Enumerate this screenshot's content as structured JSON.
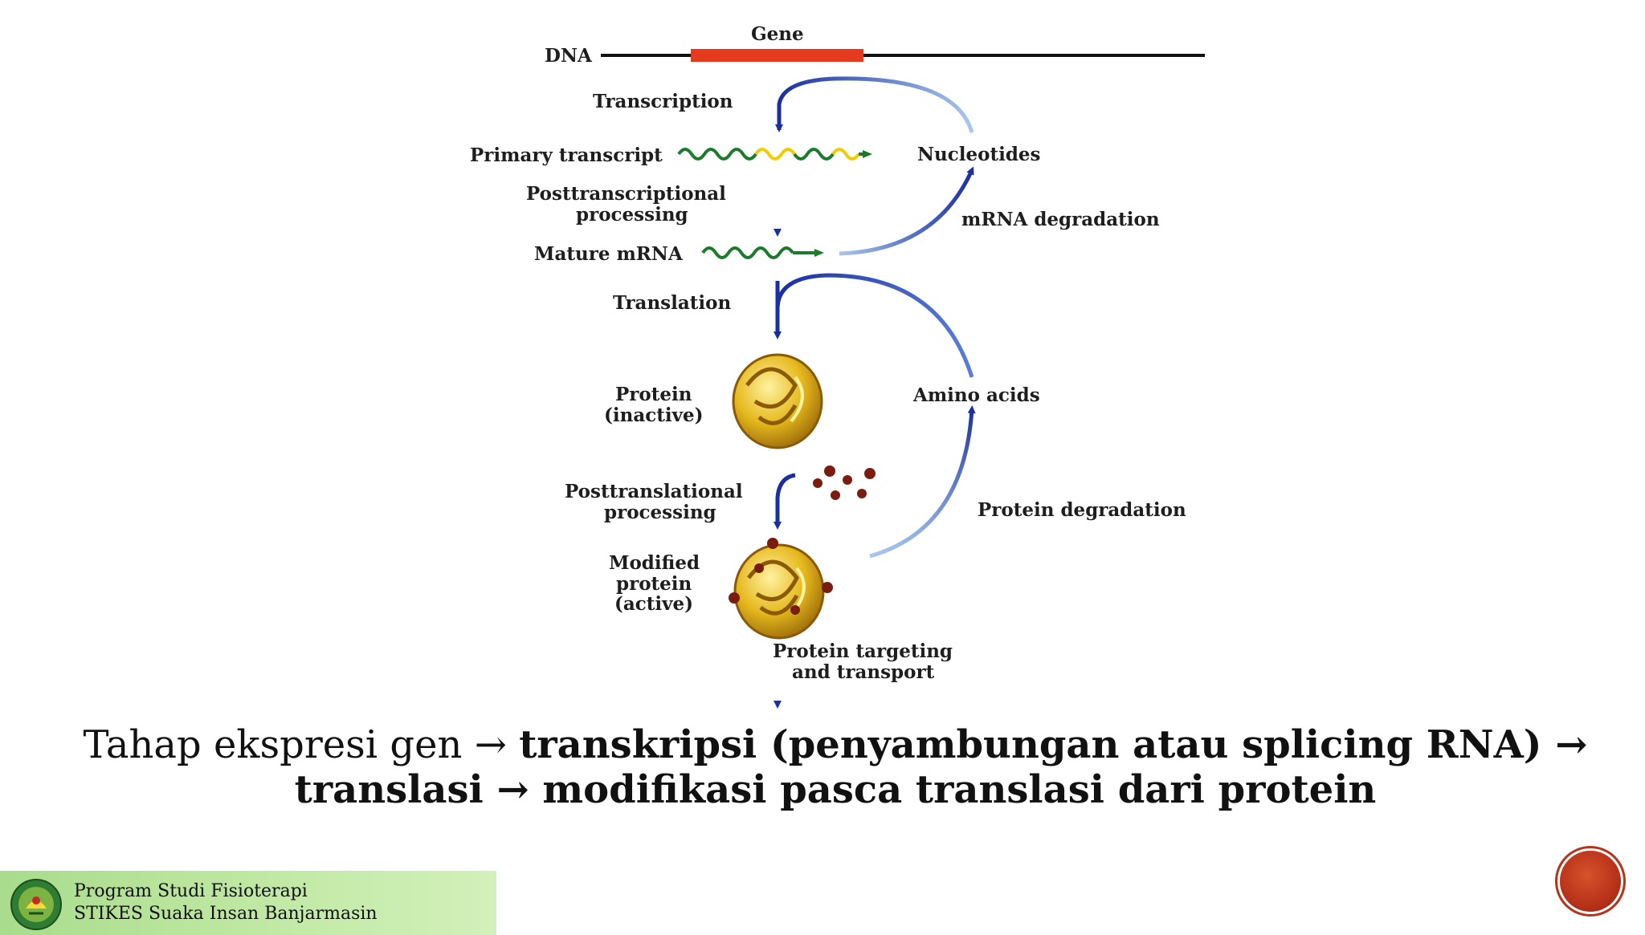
{
  "diagram": {
    "dna": "DNA",
    "gene": "Gene",
    "transcription": "Transcription",
    "primary_transcript": "Primary transcript",
    "nucleotides": "Nucleotides",
    "posttranscriptional_1": "Posttranscriptional",
    "posttranscriptional_2": "processing",
    "mrna_degradation": "mRNA degradation",
    "mature_mrna": "Mature mRNA",
    "translation": "Translation",
    "protein_1": "Protein",
    "protein_2": "(inactive)",
    "amino_acids": "Amino acids",
    "posttranslational_1": "Posttranslational",
    "posttranslational_2": "processing",
    "protein_degradation": "Protein degradation",
    "modified_1": "Modified",
    "modified_2": "protein",
    "modified_3": "(active)",
    "targeting_1": "Protein targeting",
    "targeting_2": "and transport",
    "colors": {
      "gene": "#e63a1f",
      "arrow_dark": "#1a2fa0",
      "arrow_light": "#a8c8ee",
      "rna_green": "#1c7a2c",
      "rna_yellow": "#f2cc00",
      "protein": "#e6b91e",
      "phosphate": "#7a1d10"
    }
  },
  "caption": {
    "line1_plain": "Tahap ekspresi gen → ",
    "line1_bold": "transkripsi (penyambungan atau splicing RNA) →",
    "line2_bold": "translasi → modifikasi pasca translasi dari protein"
  },
  "footer": {
    "line1": "Program Studi Fisioterapi",
    "line2": "STIKES Suaka Insan Banjarmasin"
  },
  "nav": {
    "icon": "next-slide-circle-icon",
    "color": "#b8321a"
  }
}
